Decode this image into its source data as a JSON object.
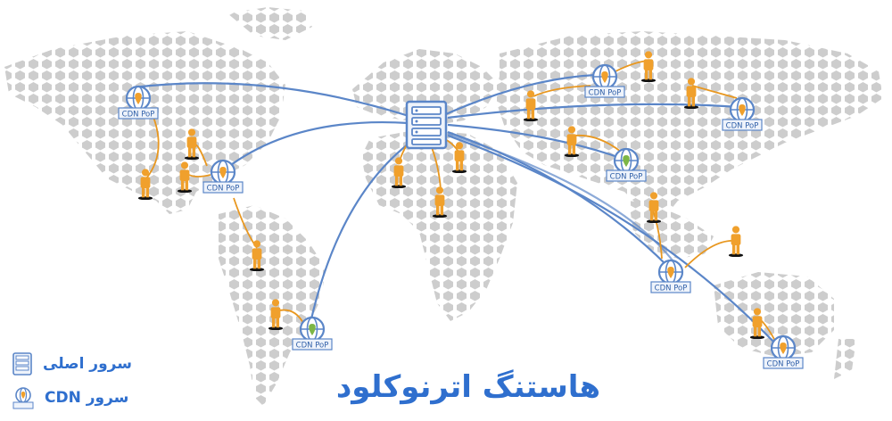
{
  "title": "هاستنگ اترنوکلود",
  "legend": {
    "origin_server": "سرور اصلی",
    "cdn_server": "سرور CDN"
  },
  "pop_label": "CDN PoP",
  "colors": {
    "line_blue": "#5b86c8",
    "line_orange": "#e8971f",
    "user_orange": "#f0a02c",
    "map_gray": "#c9c9c9",
    "pin_orange": "#f0a02c",
    "pin_green": "#7db646",
    "title_blue": "#2f6fce"
  },
  "icons": {
    "origin": "server-rack-icon",
    "pop": "globe-pin-icon",
    "user": "person-icon"
  }
}
